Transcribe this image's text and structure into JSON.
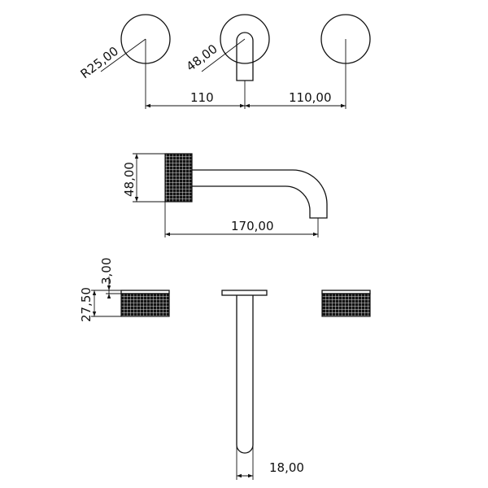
{
  "drawing": {
    "title": "",
    "colors": {
      "line": "#111111",
      "background": "#ffffff",
      "knurl": "#141414"
    },
    "top_view": {
      "radius_label": "R25,00",
      "spout_diameter_label": "48,00",
      "spacing_left_label": "110",
      "spacing_right_label": "110,00"
    },
    "side_view": {
      "height_label": "48,00",
      "projection_label": "170,00"
    },
    "front_view": {
      "overall_label": "27,50",
      "plate_label": "3,00",
      "spout_width_label": "18,00"
    }
  }
}
